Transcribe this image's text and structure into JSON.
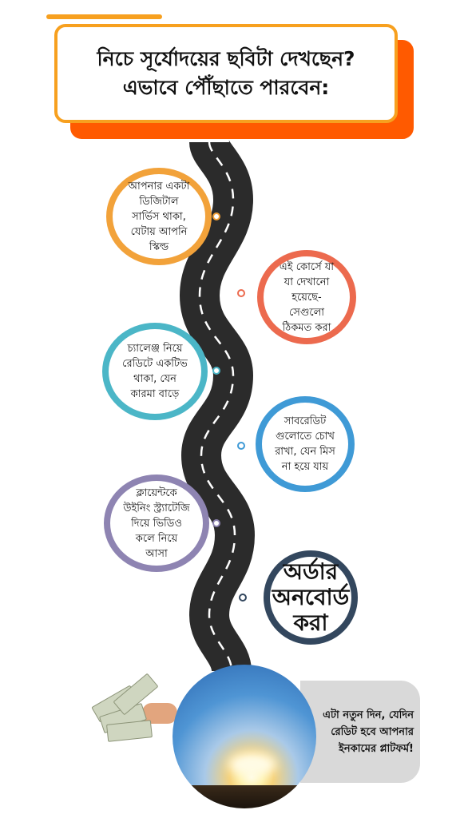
{
  "title": {
    "line1": "নিচে সূর্যোদয়ের ছবিটা দেখছেন?",
    "line2": "এভাবে পৌঁছাতে পারবেন:"
  },
  "steps": [
    {
      "text": "আপনার একটা ডিজিটাল সার্ভিস থাকা, যেটায় আপনি স্কিল্ড",
      "color": "#f2a23a"
    },
    {
      "text": "এই কোর্সে যা যা দেখানো হয়েছে- সেগুলো ঠিকমত করা",
      "color": "#ec6a4e"
    },
    {
      "text": "চ্যালেঞ্জ নিয়ে রেডিটে একটিভ থাকা, যেন কারমা বাড়ে",
      "color": "#4bb6c7"
    },
    {
      "text": "সাবরেডিট গুলোতে চোখ রাখা, যেন মিস না হয়ে যায়",
      "color": "#3f9ad6"
    },
    {
      "text": "ক্লায়েন্টকে উইনিং স্ট্র্যাটেজি দিয়ে ভিডিও কলে নিয়ে আসা",
      "color": "#8e84b2"
    },
    {
      "text": "অর্ডার অনবোর্ড করা",
      "color": "#33475e"
    }
  ],
  "caption": {
    "text": "এটা নতুন দিন, যেদিন রেডিট হবে আপনার ইনকামের প্লাটফর্ম!"
  },
  "icons": [
    "money-icon",
    "sunrise-image",
    "road-illustration"
  ]
}
